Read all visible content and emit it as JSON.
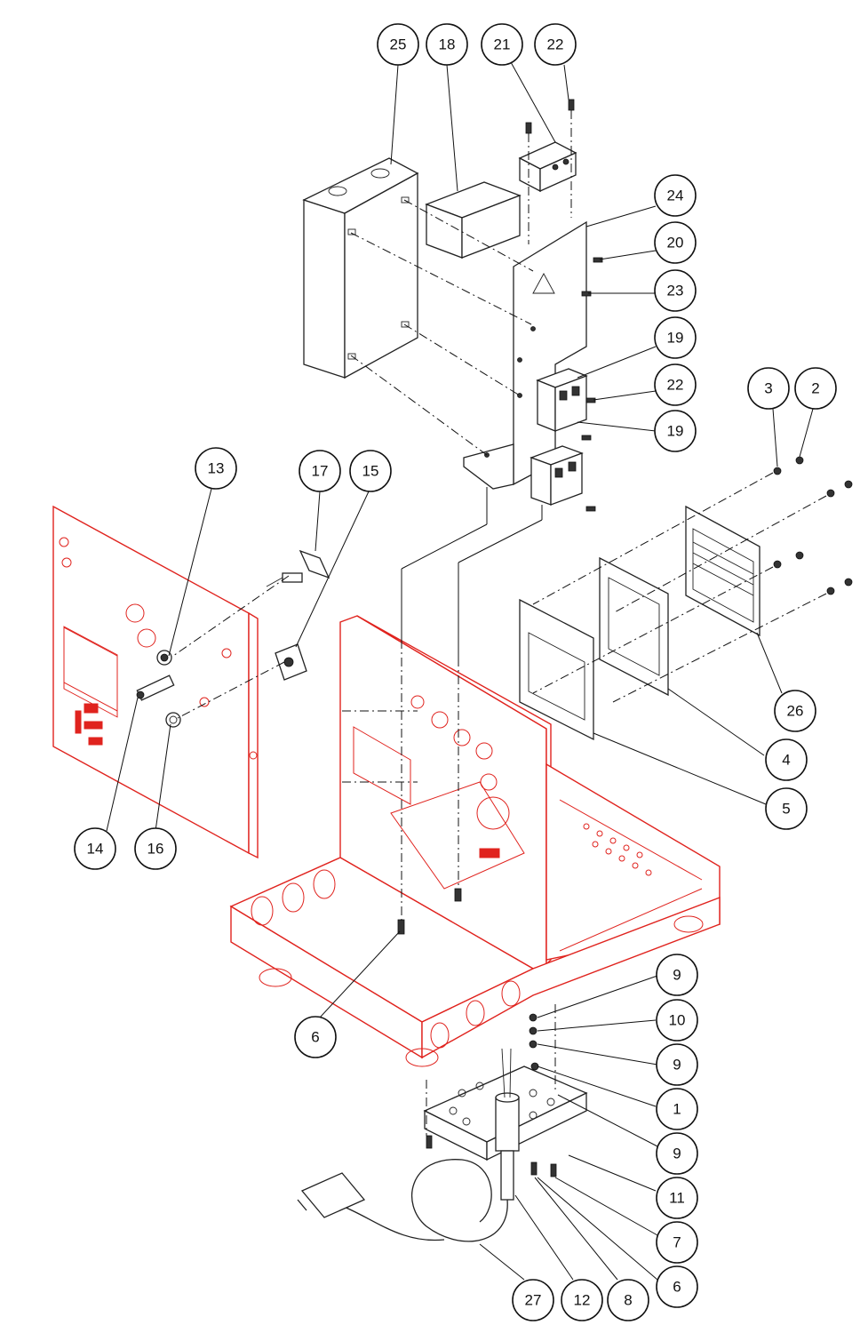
{
  "colors": {
    "frame": "#e0231e",
    "outline": "#222222",
    "callout": "#111111",
    "background": "#ffffff"
  },
  "callouts": [
    {
      "id": "c25",
      "label": "25"
    },
    {
      "id": "c18",
      "label": "18"
    },
    {
      "id": "c21",
      "label": "21"
    },
    {
      "id": "c22a",
      "label": "22"
    },
    {
      "id": "c24",
      "label": "24"
    },
    {
      "id": "c20",
      "label": "20"
    },
    {
      "id": "c23",
      "label": "23"
    },
    {
      "id": "c19a",
      "label": "19"
    },
    {
      "id": "c22b",
      "label": "22"
    },
    {
      "id": "c19b",
      "label": "19"
    },
    {
      "id": "c3",
      "label": "3"
    },
    {
      "id": "c2",
      "label": "2"
    },
    {
      "id": "c13",
      "label": "13"
    },
    {
      "id": "c17",
      "label": "17"
    },
    {
      "id": "c15",
      "label": "15"
    },
    {
      "id": "c26",
      "label": "26"
    },
    {
      "id": "c4",
      "label": "4"
    },
    {
      "id": "c5",
      "label": "5"
    },
    {
      "id": "c14",
      "label": "14"
    },
    {
      "id": "c16",
      "label": "16"
    },
    {
      "id": "c6a",
      "label": "6"
    },
    {
      "id": "c9a",
      "label": "9"
    },
    {
      "id": "c10",
      "label": "10"
    },
    {
      "id": "c9b",
      "label": "9"
    },
    {
      "id": "c1",
      "label": "1"
    },
    {
      "id": "c9c",
      "label": "9"
    },
    {
      "id": "c11",
      "label": "11"
    },
    {
      "id": "c7",
      "label": "7"
    },
    {
      "id": "c6b",
      "label": "6"
    },
    {
      "id": "c27",
      "label": "27"
    },
    {
      "id": "c12",
      "label": "12"
    },
    {
      "id": "c8",
      "label": "8"
    }
  ]
}
